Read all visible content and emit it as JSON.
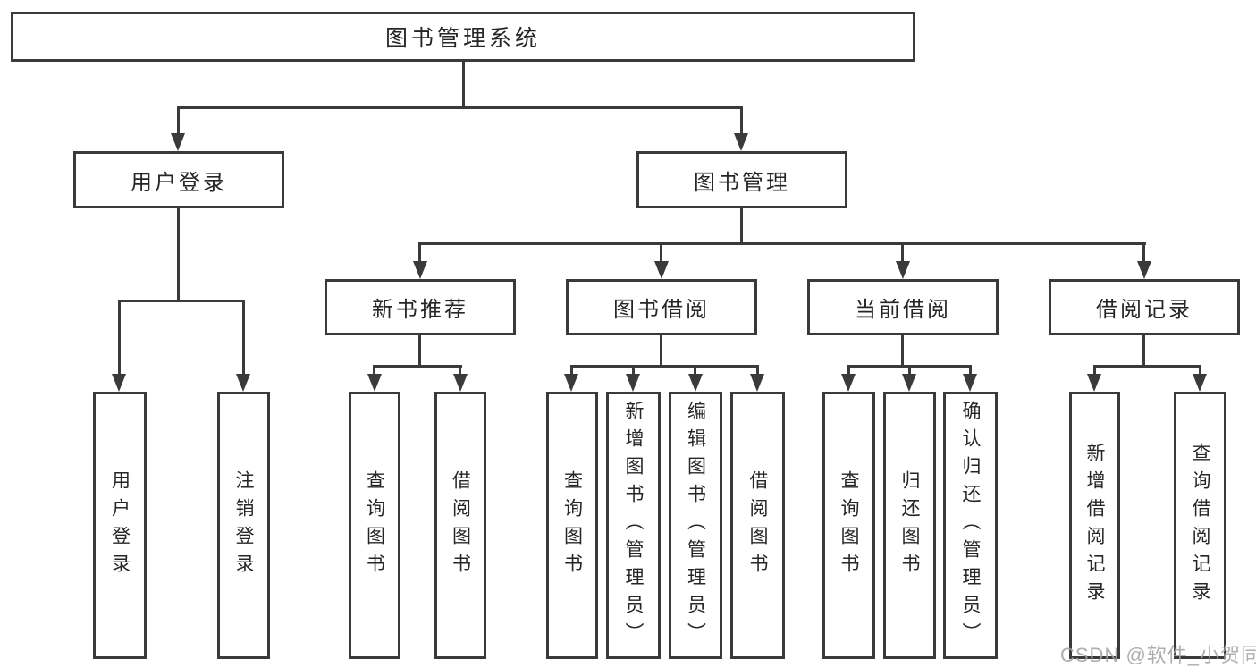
{
  "diagram_title": "图书管理系统",
  "tree": {
    "label": "图书管理系统",
    "children": [
      {
        "label": "用户登录",
        "children": [
          {
            "label": "用户登录"
          },
          {
            "label": "注销登录"
          }
        ]
      },
      {
        "label": "图书管理",
        "children": [
          {
            "label": "新书推荐",
            "children": [
              {
                "label": "查询图书"
              },
              {
                "label": "借阅图书"
              }
            ]
          },
          {
            "label": "图书借阅",
            "children": [
              {
                "label": "查询图书"
              },
              {
                "label": "新增图书（管理员）"
              },
              {
                "label": "编辑图书（管理员）"
              },
              {
                "label": "借阅图书"
              }
            ]
          },
          {
            "label": "当前借阅",
            "children": [
              {
                "label": "查询图书"
              },
              {
                "label": "归还图书"
              },
              {
                "label": "确认归还（管理员）"
              }
            ]
          },
          {
            "label": "借阅记录",
            "children": [
              {
                "label": "新增借阅记录"
              },
              {
                "label": "查询借阅记录"
              }
            ]
          }
        ]
      }
    ]
  },
  "watermark": {
    "text": "CSDN @软件_小贺同学"
  },
  "colors": {
    "line": "#3a3a3a",
    "text": "#262626",
    "box_background": "#ffffff",
    "watermark": "#a3a3a3"
  }
}
